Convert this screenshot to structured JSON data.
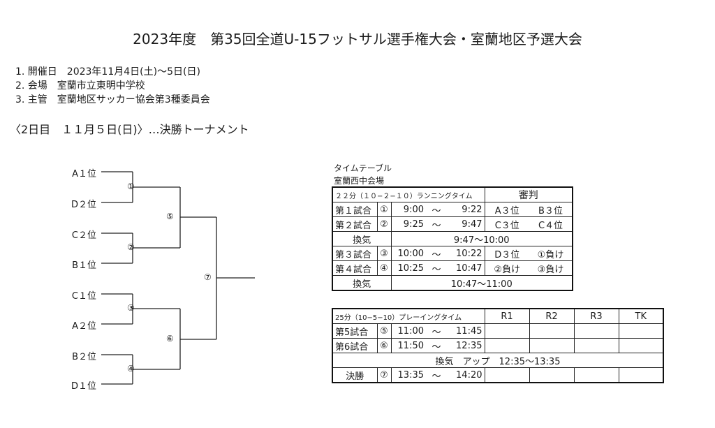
{
  "title": "2023年度　第35回全道U-15フットサル選手権大会・室蘭地区予選大会",
  "info": [
    "1. 開催日　2023年11月4日(土)～5日(日)",
    "2. 会場　室蘭市立東明中学校",
    "3. 主管　室蘭地区サッカー協会第3種委員会"
  ],
  "day_heading": "〈2日目　１１月５日(日)〉…決勝トーナメント",
  "bracket": {
    "teams": [
      "A１位",
      "D２位",
      "C２位",
      "B１位",
      "C１位",
      "A２位",
      "B２位",
      "D１位"
    ],
    "round1": [
      "①",
      "②",
      "③",
      "④"
    ],
    "round2": [
      "⑤",
      "⑥"
    ],
    "final": "⑦"
  },
  "timetable": {
    "caption": "タイムテーブル",
    "venue": "室蘭西中会場",
    "table1": {
      "header": "２２分（１０−２−１０）ランニングタイム",
      "referee_header": "審判",
      "rows": [
        {
          "label": "第１試合",
          "num": "①",
          "start": "9:00",
          "sep": "～",
          "end": "9:22",
          "ref1": "A３位",
          "ref2": "B３位"
        },
        {
          "label": "第２試合",
          "num": "②",
          "start": "9:25",
          "sep": "～",
          "end": "9:47",
          "ref1": "C３位",
          "ref2": "C４位"
        },
        {
          "label": "換気",
          "span": "9:47～10:00"
        },
        {
          "label": "第３試合",
          "num": "③",
          "start": "10:00",
          "sep": "～",
          "end": "10:22",
          "ref1": "D３位",
          "ref2": "①負け"
        },
        {
          "label": "第４試合",
          "num": "④",
          "start": "10:25",
          "sep": "～",
          "end": "10:47",
          "ref1": "②負け",
          "ref2": "③負け"
        },
        {
          "label": "換気",
          "span": "10:47～11:00"
        }
      ]
    },
    "table2": {
      "header": "25分（10−5−10）プレーイングタイム",
      "cols": [
        "R1",
        "R2",
        "R3",
        "TK"
      ],
      "rows": [
        {
          "label": "第5試合",
          "num": "⑤",
          "start": "11:00",
          "sep": "～",
          "end": "11:45"
        },
        {
          "label": "第6試合",
          "num": "⑥",
          "start": "11:50",
          "sep": "～",
          "end": "12:35"
        },
        {
          "span": "換気　アップ　12:35～13:35"
        },
        {
          "label": "決勝",
          "num": "⑦",
          "start": "13:35",
          "sep": "～",
          "end": "14:20"
        }
      ]
    }
  }
}
